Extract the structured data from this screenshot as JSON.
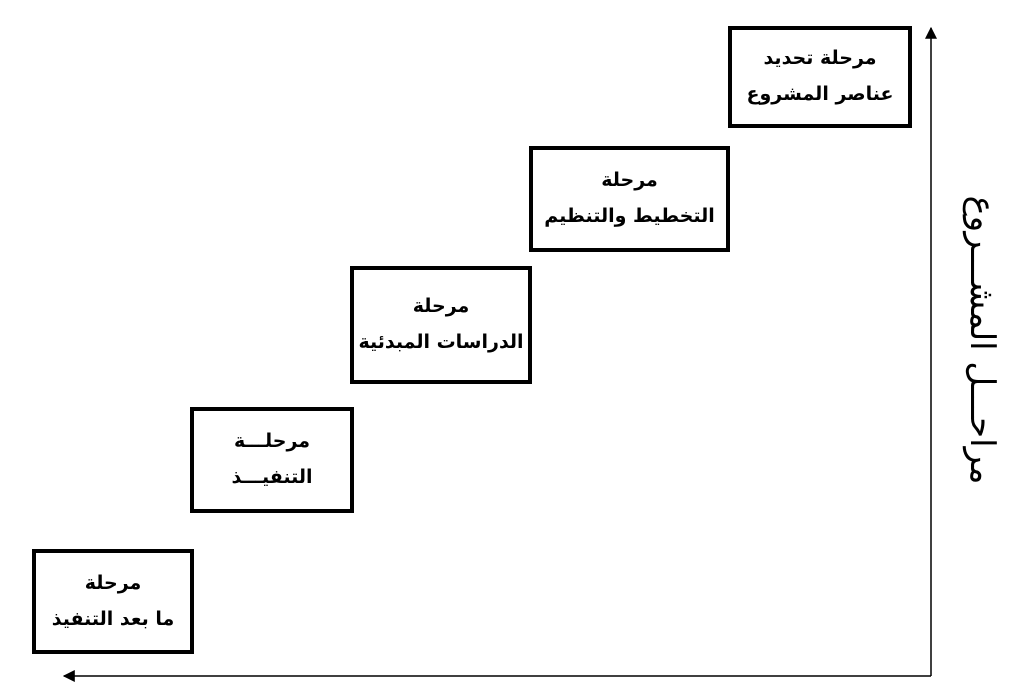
{
  "diagram": {
    "axis_label": "مراحـــل المشـــروع",
    "stages": [
      {
        "line1": "مرحلة تحديد",
        "line2": "عناصر المشروع"
      },
      {
        "line1": "مرحلة",
        "line2": "التخطيط والتنظيم"
      },
      {
        "line1": "مرحلة",
        "line2": "الدراسات المبدئية"
      },
      {
        "line1": "مرحلـــة",
        "line2": "التنفيـــذ"
      },
      {
        "line1": "مرحلة",
        "line2": "ما بعد التنفيذ"
      }
    ],
    "colors": {
      "stroke": "#000000",
      "background": "#ffffff"
    }
  }
}
